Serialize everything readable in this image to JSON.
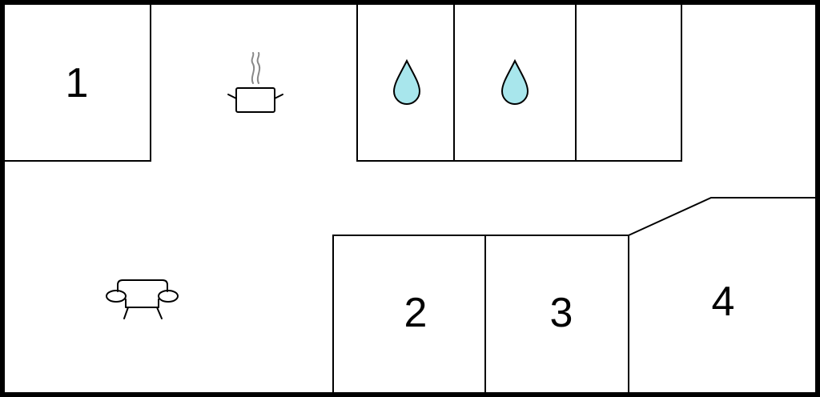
{
  "floorplan": {
    "rooms": [
      {
        "id": "room-1",
        "label": "1"
      },
      {
        "id": "room-2",
        "label": "2"
      },
      {
        "id": "room-3",
        "label": "3"
      },
      {
        "id": "room-4",
        "label": "4"
      }
    ],
    "icons": {
      "kitchen": "cooking-pot-icon",
      "bath_1": "water-drop-icon",
      "bath_2": "water-drop-icon",
      "living": "sofa-icon"
    },
    "colors": {
      "wall": "#000000",
      "water_drop_fill": "#a8e6ec",
      "steam": "#888888",
      "background": "#ffffff"
    }
  }
}
